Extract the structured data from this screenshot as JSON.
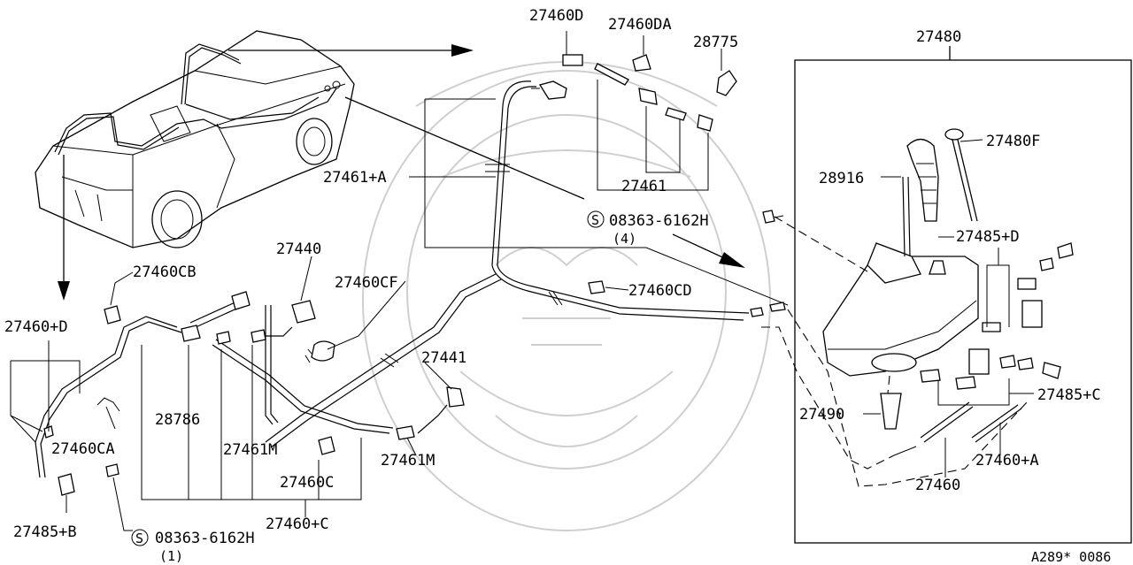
{
  "labels": {
    "p27480": "27480",
    "p27480F": "27480F",
    "p28916": "28916",
    "p27485D": "27485+D",
    "p27485C": "27485+C",
    "p27490": "27490",
    "p27460": "27460",
    "p27460A": "27460+A",
    "p27460D_top": "27460D",
    "p27460DA": "27460DA",
    "p28775": "28775",
    "p27461": "27461",
    "p27461A": "27461+A",
    "bolt_right_num": "08363-6162H",
    "bolt_right_qty": "(4)",
    "p27460CB": "27460CB",
    "p27440": "27440",
    "p27460CF": "27460CF",
    "p27460CD": "27460CD",
    "p27460D_left": "27460+D",
    "p27460CA": "27460CA",
    "p28786": "28786",
    "p27461M_left": "27461M",
    "p27441": "27441",
    "p27461M_right": "27461M",
    "p27460C": "27460C",
    "p27460C_plus": "27460+C",
    "p27485B": "27485+B",
    "bolt_left_num": "08363-6162H",
    "bolt_left_qty": "(1)",
    "screw_symbol": "S",
    "ref_code": "A289* 0086"
  },
  "colors": {
    "line": "#000000",
    "watermark": "#cfcfcf",
    "background": "#ffffff"
  }
}
